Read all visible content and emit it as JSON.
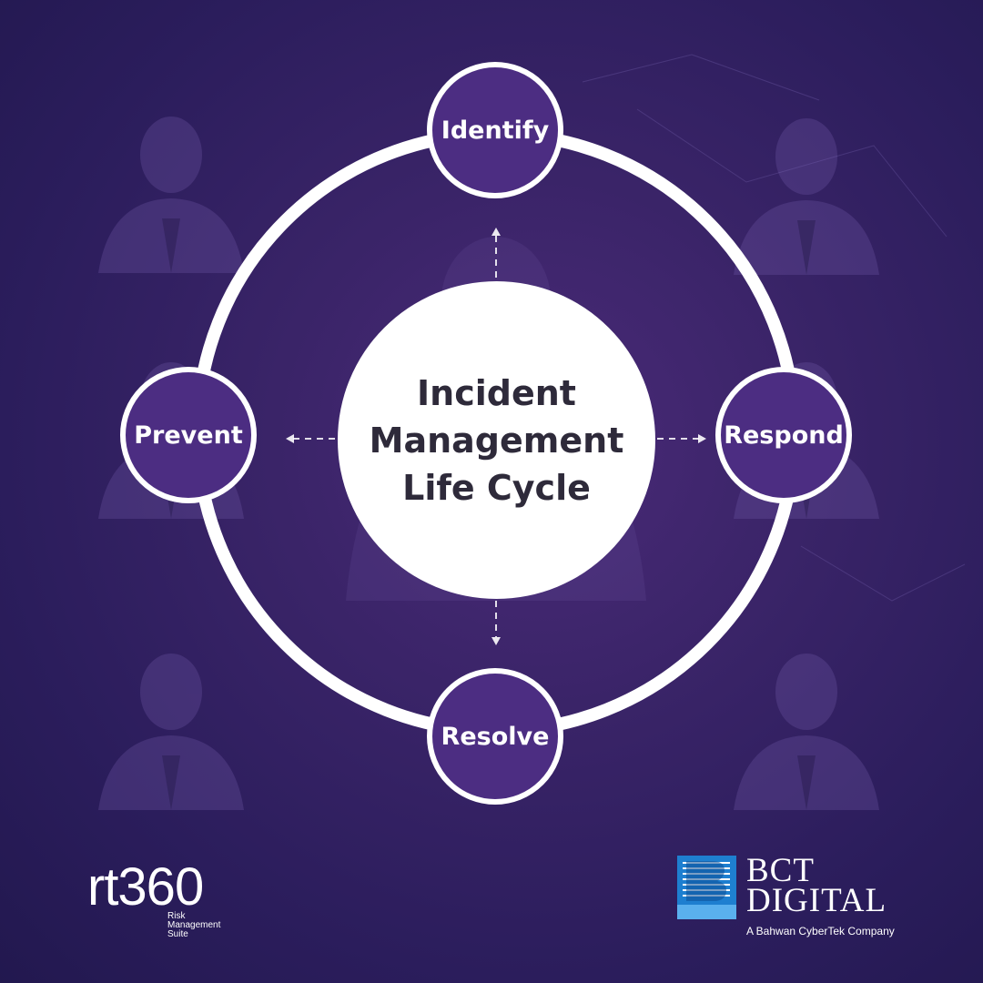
{
  "diagram": {
    "center_title_lines": [
      "Incident",
      "Management",
      "Life Cycle"
    ],
    "stages": {
      "top": "Identify",
      "right": "Respond",
      "bottom": "Resolve",
      "left": "Prevent"
    }
  },
  "branding": {
    "rt360_logo_text": "rt360",
    "rt360_subtitle": "Risk Management Suite",
    "bct_name_line1": "BCT",
    "bct_name_line2": "DIGITAL",
    "bct_tagline": "A Bahwan CyberTek Company"
  },
  "colors": {
    "background": "#2b1d5c",
    "node_fill": "#4c2d82",
    "ring": "#ffffff",
    "center_text": "#2e2a3a",
    "bct_blue": "#1e7fd0"
  }
}
